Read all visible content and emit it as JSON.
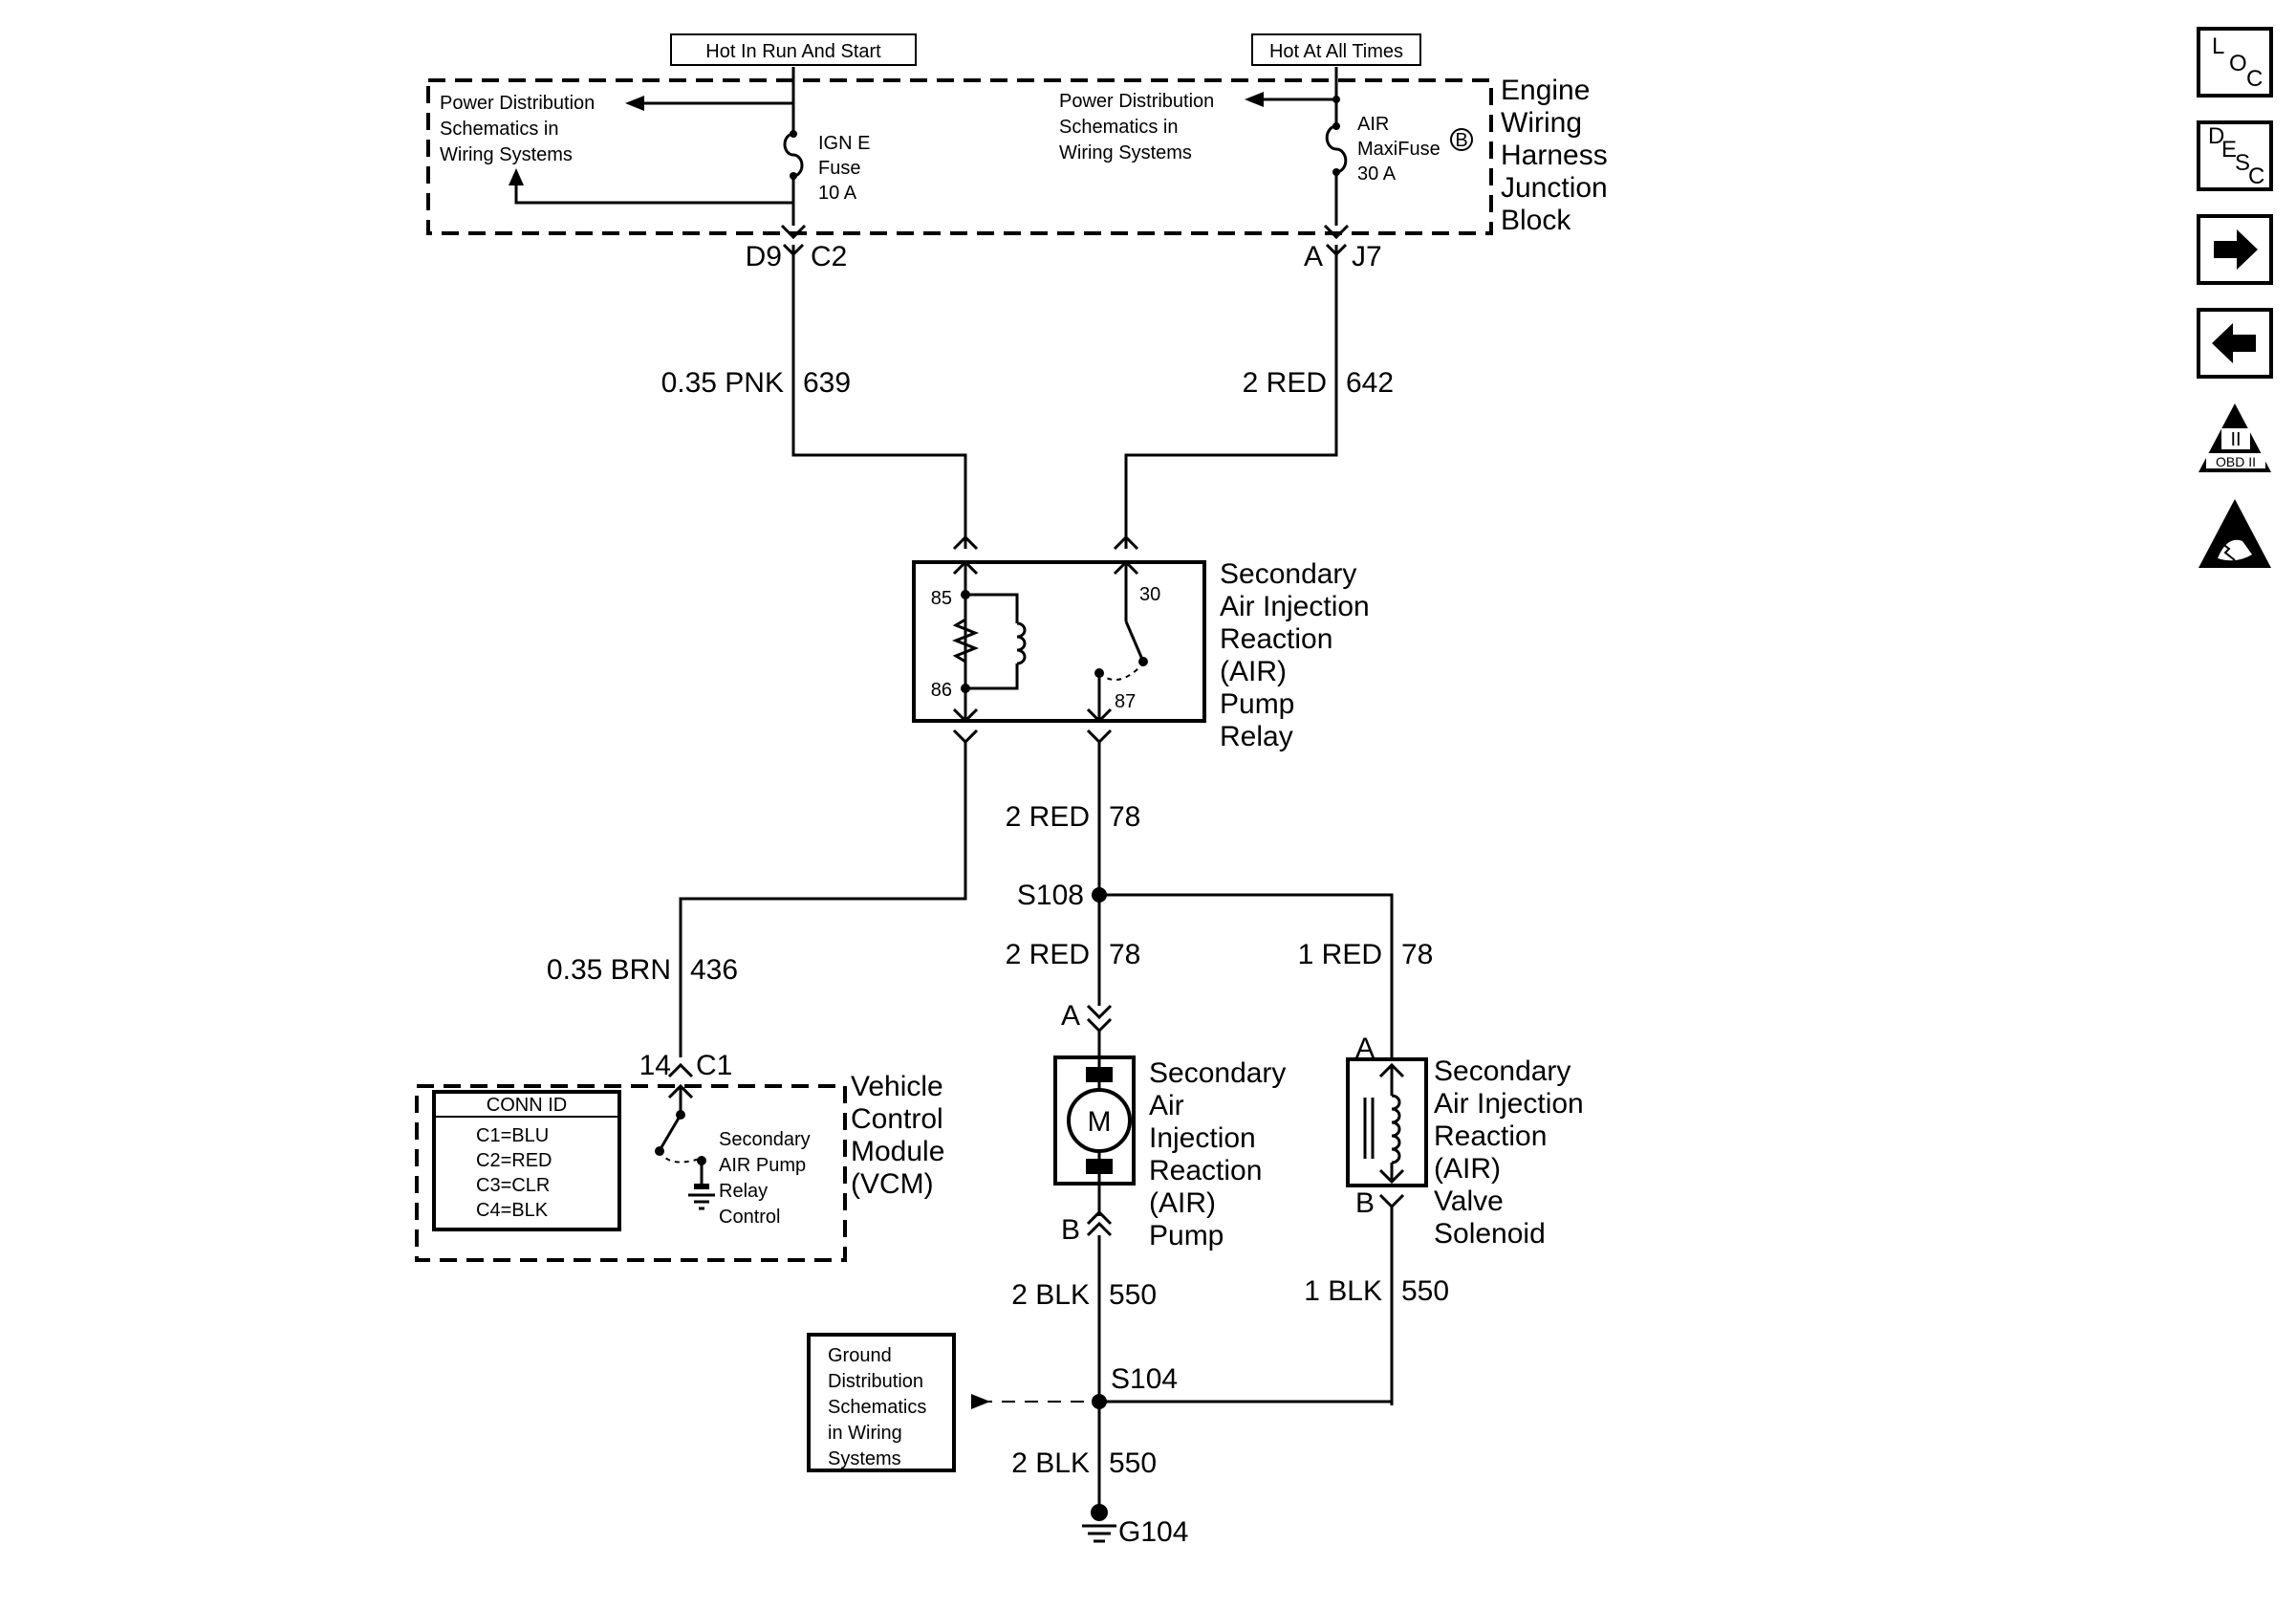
{
  "header": {
    "run_start": "Hot In Run And Start",
    "all_times": "Hot At All Times"
  },
  "junction_block": {
    "name_lines": [
      "Engine",
      "Wiring",
      "Harness",
      "Junction",
      "Block"
    ],
    "pd_left_lines": [
      "Power Distribution",
      "Schematics in",
      "Wiring Systems"
    ],
    "pd_right_lines": [
      "Power Distribution",
      "Schematics in",
      "Wiring Systems"
    ],
    "fuse_left_lines": [
      "IGN E",
      "Fuse",
      "10 A"
    ],
    "fuse_right_lines": [
      "AIR",
      "MaxiFuse",
      "30 A"
    ],
    "fuse_right_mark": "B",
    "pins": {
      "d9": "D9",
      "c2": "C2",
      "a": "A",
      "j7": "J7"
    }
  },
  "wires": {
    "w639": {
      "gauge": "0.35  PNK",
      "circuit": "639"
    },
    "w642": {
      "gauge": "2 RED",
      "circuit": "642"
    },
    "w78a": {
      "gauge": "2 RED",
      "circuit": "78"
    },
    "w78b": {
      "gauge": "2 RED",
      "circuit": "78"
    },
    "w78c": {
      "gauge": "1 RED",
      "circuit": "78"
    },
    "w436": {
      "gauge": "0.35 BRN",
      "circuit": "436"
    },
    "w550a": {
      "gauge": "2 BLK",
      "circuit": "550"
    },
    "w550b": {
      "gauge": "1 BLK",
      "circuit": "550"
    },
    "w550c": {
      "gauge": "2 BLK",
      "circuit": "550"
    }
  },
  "relay": {
    "name_lines": [
      "Secondary",
      "Air Injection",
      "Reaction",
      "(AIR)",
      "Pump",
      "Relay"
    ],
    "pins": {
      "p85": "85",
      "p86": "86",
      "p30": "30",
      "p87": "87"
    }
  },
  "splices": {
    "s108": "S108",
    "s104": "S104"
  },
  "vcm": {
    "name_lines": [
      "Vehicle",
      "Control",
      "Module",
      "(VCM)"
    ],
    "pin": "14",
    "connector": "C1",
    "conn_id": {
      "title": "CONN ID",
      "rows": [
        "C1=BLU",
        "C2=RED",
        "C3=CLR",
        "C4=BLK"
      ]
    },
    "control_lines": [
      "Secondary",
      "AIR Pump",
      "Relay",
      "Control"
    ]
  },
  "pump": {
    "name_lines": [
      "Secondary",
      "Air",
      "Injection",
      "Reaction",
      "(AIR)",
      "Pump"
    ],
    "motor_letter": "M",
    "pin_a": "A",
    "pin_b": "B"
  },
  "solenoid": {
    "name_lines": [
      "Secondary",
      "Air Injection",
      "Reaction",
      "(AIR)",
      "Valve",
      "Solenoid"
    ],
    "pin_a": "A",
    "pin_b": "B"
  },
  "ground": {
    "dist_lines": [
      "Ground",
      "Distribution",
      "Schematics",
      "in Wiring",
      "Systems"
    ],
    "label": "G104"
  },
  "sidebar": {
    "loc": {
      "l": "L",
      "o": "O",
      "c": "C"
    },
    "desc": {
      "d": "D",
      "e": "E",
      "s": "S",
      "c": "C"
    },
    "obd": {
      "roman": "II",
      "text": "OBD II"
    }
  }
}
